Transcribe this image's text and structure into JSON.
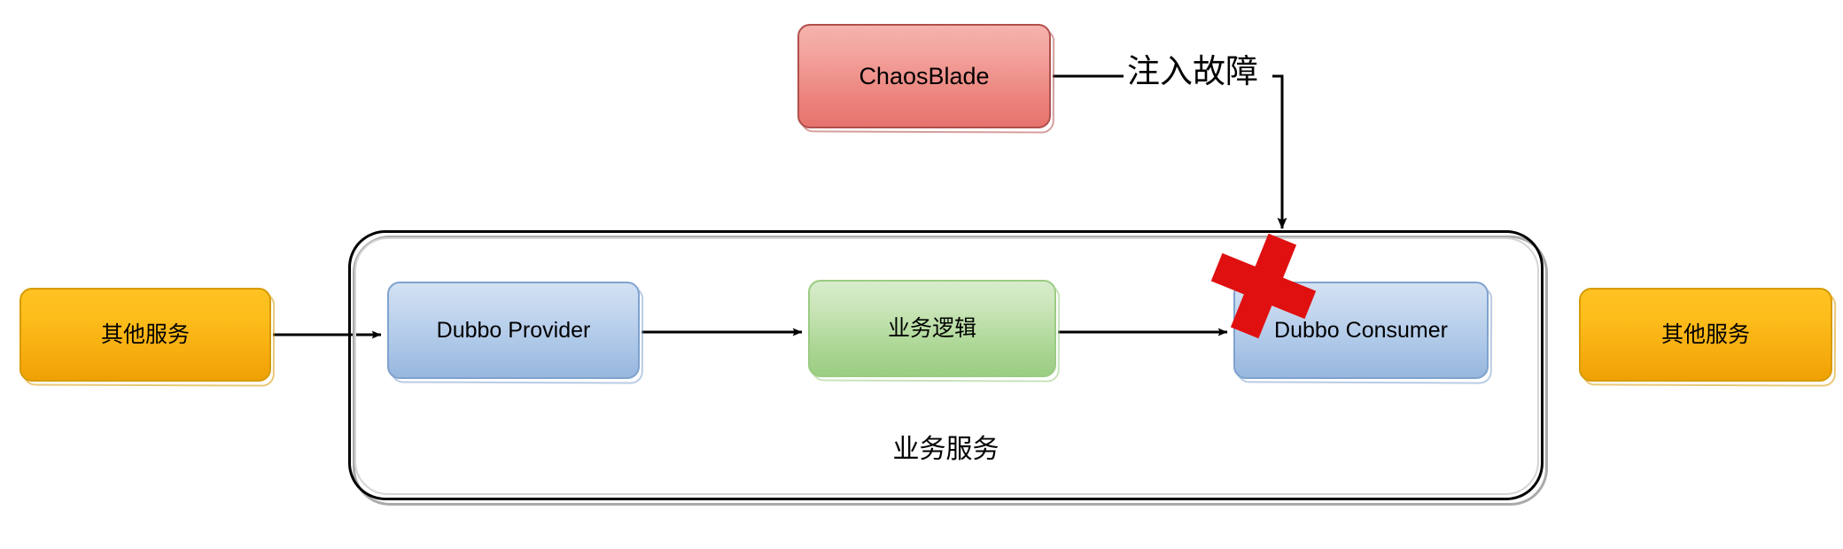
{
  "diagram": {
    "title": "ChaosBlade Dubbo fault injection architecture",
    "background_color": "#ffffff",
    "nodes": {
      "chaosblade": {
        "label": "ChaosBlade",
        "color": "#ec827c",
        "border_color": "#b0504c",
        "shape": "rounded-rect"
      },
      "other_service_left": {
        "label": "其他服务",
        "color": "#f6ab0d",
        "border_color": "#d79b05",
        "shape": "rounded-rect"
      },
      "other_service_right": {
        "label": "其他服务",
        "color": "#f6ab0d",
        "border_color": "#d79b05",
        "shape": "rounded-rect"
      },
      "dubbo_provider": {
        "label": "Dubbo Provider",
        "color": "#a8c4e6",
        "border_color": "#7fa3ce",
        "shape": "rounded-rect"
      },
      "business_logic": {
        "label": "业务逻辑",
        "color": "#aad693",
        "border_color": "#9bcc83",
        "shape": "rounded-rect"
      },
      "dubbo_consumer": {
        "label": "Dubbo Consumer",
        "color": "#a8c4e6",
        "border_color": "#7fa3ce",
        "shape": "rounded-rect"
      }
    },
    "container": {
      "label": "业务服务",
      "border_color": "#000000",
      "style": "rounded hand-drawn outline"
    },
    "edges": {
      "inject_fault": {
        "label": "注入故障",
        "from": "chaosblade",
        "to": "dubbo_consumer",
        "color": "#000000",
        "arrow": true
      },
      "flow": [
        {
          "from": "other_service_left",
          "to": "dubbo_provider",
          "label": "",
          "color": "#000000",
          "arrow": true
        },
        {
          "from": "dubbo_provider",
          "to": "business_logic",
          "label": "",
          "color": "#000000",
          "arrow": true
        },
        {
          "from": "business_logic",
          "to": "dubbo_consumer",
          "label": "",
          "color": "#000000",
          "arrow": true
        }
      ]
    },
    "markers": {
      "fault_cross": {
        "name": "fault-cross",
        "color": "#e01010",
        "rotation_deg": 22
      }
    }
  }
}
